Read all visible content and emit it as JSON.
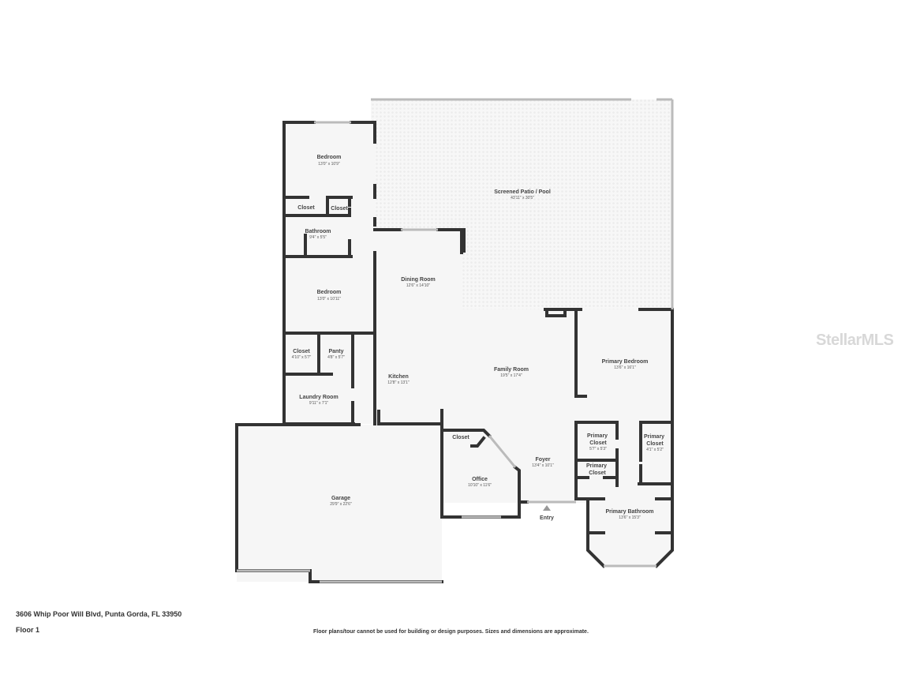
{
  "rooms": [
    {
      "name": "Bedroom",
      "dims": "13'0\" x 10'9\""
    },
    {
      "name": "Closet",
      "dims": ""
    },
    {
      "name": "Closet",
      "dims": ""
    },
    {
      "name": "Bathroom",
      "dims": "9'4\" x 5'5\""
    },
    {
      "name": "Bedroom",
      "dims": "13'0\" x 10'11\""
    },
    {
      "name": "Closet",
      "dims": "4'10\" x 5'7\""
    },
    {
      "name": "Panty",
      "dims": "4'8\" x 5'7\""
    },
    {
      "name": "Laundry Room",
      "dims": "9'11\" x 7'1\""
    },
    {
      "name": "Screened Patio / Pool",
      "dims": "43'11\" x 30'5\""
    },
    {
      "name": "Dining Room",
      "dims": "12'6\" x 14'10\""
    },
    {
      "name": "Kitchen",
      "dims": "12'8\" x 13'1\""
    },
    {
      "name": "Family Room",
      "dims": "19'5\" x 17'4\""
    },
    {
      "name": "Primary Bedroom",
      "dims": "13'6\" x 16'1\""
    },
    {
      "name": "Primary Closet",
      "dims": "5'7\" x 5'3\""
    },
    {
      "name": "Primary Closet",
      "dims": "4'1\" x 5'2\""
    },
    {
      "name": "Primary Closet",
      "dims": ""
    },
    {
      "name": "Closet",
      "dims": ""
    },
    {
      "name": "Office",
      "dims": "10'10\" x 11'6\""
    },
    {
      "name": "Foyer",
      "dims": "13'4\" x 10'1\""
    },
    {
      "name": "Primary Bathroom",
      "dims": "13'6\" x 15'3\""
    },
    {
      "name": "Garage",
      "dims": "29'9\" x 22'6\""
    }
  ],
  "entry_label": "Entry",
  "address": "3606 Whip Poor Will Blvd, Punta Gorda, FL 33950",
  "floor": "Floor 1",
  "disclaimer": "Floor plans/tour cannot be used for building or design purposes. Sizes and dimensions are approximate.",
  "watermark": "StellarMLS"
}
